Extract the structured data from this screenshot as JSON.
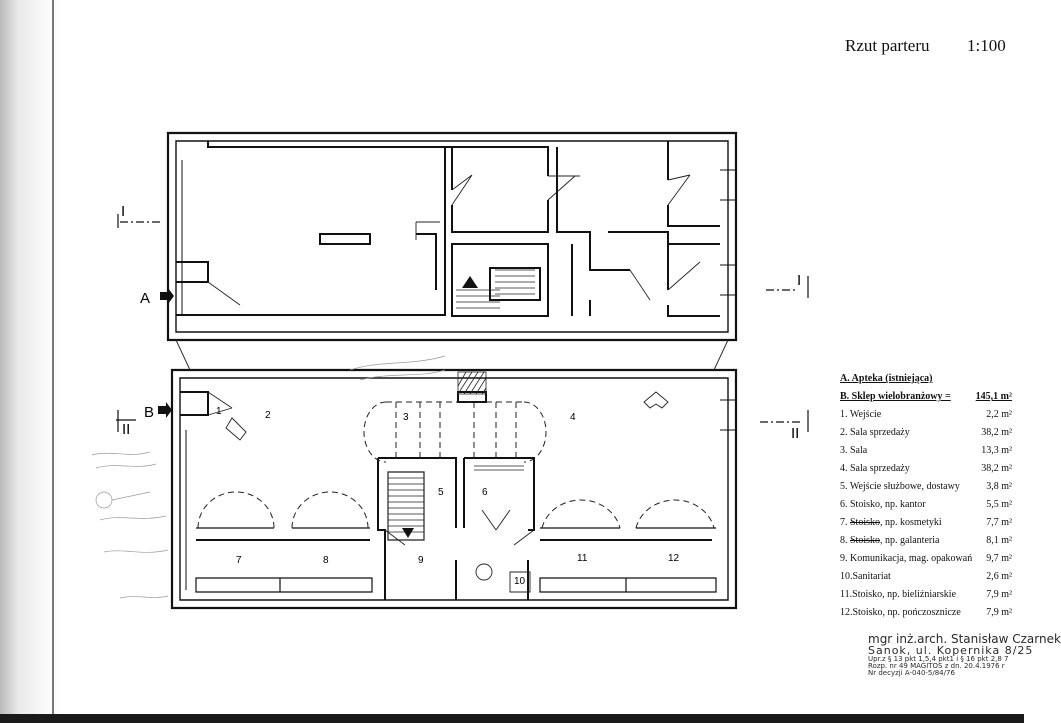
{
  "header": {
    "title": "Rzut parteru",
    "scale": "1:100"
  },
  "plan": {
    "entrance_markers": [
      {
        "id": "A",
        "label": "A"
      },
      {
        "id": "B",
        "label": "B"
      }
    ],
    "section_markers": [
      {
        "id": "I-left",
        "label": "I"
      },
      {
        "id": "I-right",
        "label": "I"
      },
      {
        "id": "II-left",
        "label": "II"
      },
      {
        "id": "II-right",
        "label": "II"
      }
    ],
    "room_numbers": [
      "1",
      "2",
      "3",
      "4",
      "5",
      "6",
      "7",
      "8",
      "9",
      "10",
      "11",
      "12"
    ]
  },
  "legend": {
    "section_a": "A. Apteka (istniejąca)",
    "section_b": "B. Sklep wielobranżowy =",
    "section_b_area": "145,1 m²",
    "rows": [
      {
        "label": "1. Wejście",
        "value": "2,2 m²",
        "struck": ""
      },
      {
        "label": "2. Sala sprzedaży",
        "value": "38,2 m²",
        "struck": ""
      },
      {
        "label": "3. Sala",
        "value": "13,3 m²",
        "struck": ""
      },
      {
        "label": "4. Sala sprzedaży",
        "value": "38,2 m²",
        "struck": ""
      },
      {
        "label": "5. Wejście służbowe, dostawy",
        "value": "3,8 m²",
        "struck": ""
      },
      {
        "label": "6. Stoisko, np. kantor",
        "value": "5,5 m²",
        "struck": ""
      },
      {
        "label": "7. Stoisko, np. kosmetyki",
        "value": "7,7 m²",
        "struck": "Stoisko"
      },
      {
        "label": "8. Stoisko, np. galanteria",
        "value": "8,1 m²",
        "struck": "Stoisko"
      },
      {
        "label": "9. Komunikacja, mag. opakowań",
        "value": "9,7 m²",
        "struck": ""
      },
      {
        "label": "10.Sanitariat",
        "value": "2,6 m²",
        "struck": ""
      },
      {
        "label": "11.Stoisko, np. bieliźniarskie",
        "value": "7,9 m²",
        "struck": ""
      },
      {
        "label": "12.Stoisko, np. pończosznicze",
        "value": "7,9 m²",
        "struck": ""
      }
    ]
  },
  "stamp": {
    "line1": "mgr inż.arch. Stanisław Czarnek",
    "line2": "Sanok, ul. Kopernika 8/25",
    "line3": "Upr.z § 13 pkt 1,5,4 pkt1 i § 16 pkt 2,8 7",
    "line4": "Rozp. nr 49 MAGITOS z dn. 20.4.1976 r",
    "line5": "Nr decyzji A-040-5/84/76"
  }
}
